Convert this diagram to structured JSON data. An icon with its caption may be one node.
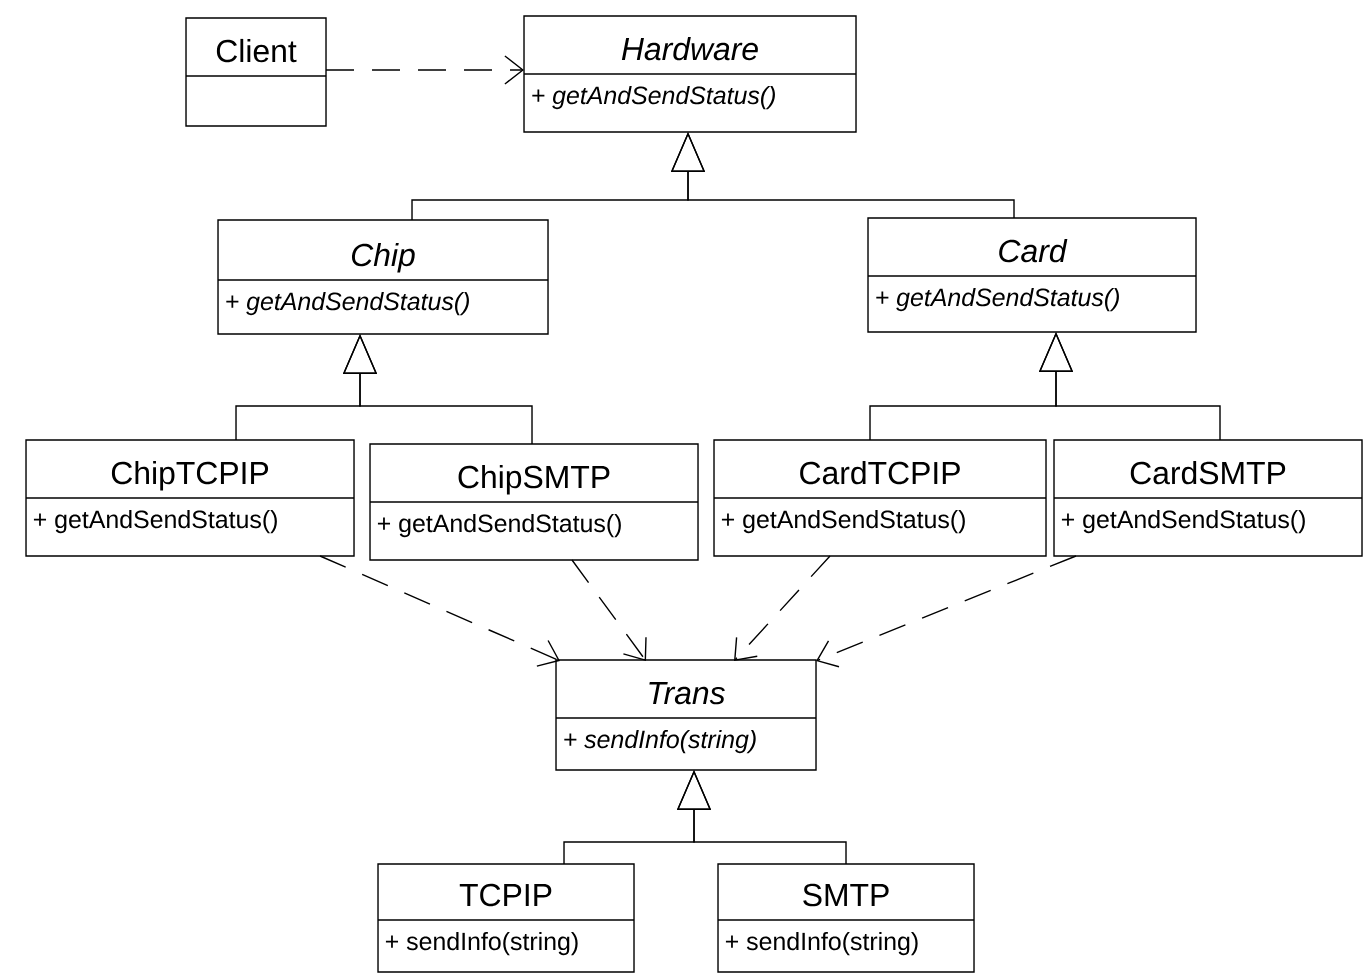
{
  "diagram": {
    "nodes": [
      {
        "text": [
          "Client"
        ]
      },
      {
        "text": [
          "Hardware",
          "+ getAndSendStatus()"
        ]
      },
      {
        "text": [
          "Chip",
          "+ getAndSendStatus()"
        ]
      },
      {
        "text": [
          "Card",
          "+ getAndSendStatus()"
        ]
      },
      {
        "text": [
          "ChipTCPIP",
          "+ getAndSendStatus()"
        ]
      },
      {
        "text": [
          "ChipSMTP",
          "+ getAndSendStatus()"
        ]
      },
      {
        "text": [
          "CardTCPIP",
          "+ getAndSendStatus()"
        ]
      },
      {
        "text": [
          "CardSMTP",
          "+ getAndSendStatus()"
        ]
      },
      {
        "text": [
          "Trans",
          "+ sendInfo(string)"
        ]
      },
      {
        "text": [
          "TCPIP",
          "+ sendInfo(string)"
        ]
      },
      {
        "text": [
          "SMTP",
          "+ sendInfo(string)"
        ]
      }
    ],
    "edges": [
      {
        "from": 0,
        "to": 1,
        "arrow": "to",
        "style": "dashed"
      },
      {
        "from": 2,
        "to": 1,
        "arrow": "to"
      },
      {
        "from": 3,
        "to": 1,
        "arrow": "to"
      },
      {
        "from": 4,
        "to": 2,
        "arrow": "to"
      },
      {
        "from": 5,
        "to": 2,
        "arrow": "to"
      },
      {
        "from": 6,
        "to": 3,
        "arrow": "to"
      },
      {
        "from": 7,
        "to": 3,
        "arrow": "to"
      },
      {
        "from": 4,
        "to": 8,
        "arrow": "to",
        "style": "dashed"
      },
      {
        "from": 5,
        "to": 8,
        "arrow": "to",
        "style": "dashed"
      },
      {
        "from": 6,
        "to": 8,
        "arrow": "to",
        "style": "dashed"
      },
      {
        "from": 7,
        "to": 8,
        "arrow": "to",
        "style": "dashed"
      },
      {
        "from": 9,
        "to": 8,
        "arrow": "to"
      },
      {
        "from": 10,
        "to": 8,
        "arrow": "to"
      }
    ]
  }
}
